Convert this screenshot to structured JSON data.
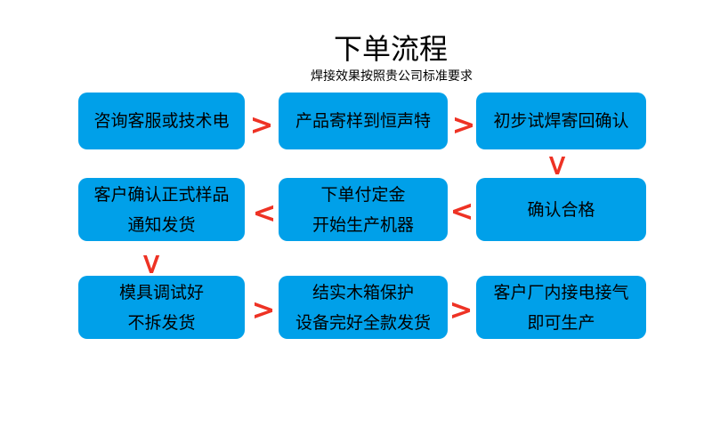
{
  "page": {
    "title": "下单流程",
    "subtitle": "焊接效果按照贵公司标准要求"
  },
  "colors": {
    "box": "#00a0e9",
    "arrow": "#ee3224",
    "text": "#000000",
    "background": "#ffffff"
  },
  "icons": {
    "arrow_right": ">",
    "arrow_left": "<",
    "arrow_down": ">"
  },
  "steps": {
    "r1c1": {
      "lines": [
        "咨询客服或技术电"
      ]
    },
    "r1c2": {
      "lines": [
        "产品寄样到恒声特"
      ]
    },
    "r1c3": {
      "lines": [
        "初步试焊寄回确认"
      ]
    },
    "r2c1": {
      "lines": [
        "客户确认正式样品",
        "通知发货"
      ]
    },
    "r2c2": {
      "lines": [
        "下单付定金",
        "开始生产机器"
      ]
    },
    "r2c3": {
      "lines": [
        "确认合格"
      ]
    },
    "r3c1": {
      "lines": [
        "模具调试好",
        "不拆发货"
      ]
    },
    "r3c2": {
      "lines": [
        "结实木箱保护",
        "设备完好全款发货"
      ]
    },
    "r3c3": {
      "lines": [
        "客户厂内接电接气",
        "即可生产"
      ]
    }
  }
}
